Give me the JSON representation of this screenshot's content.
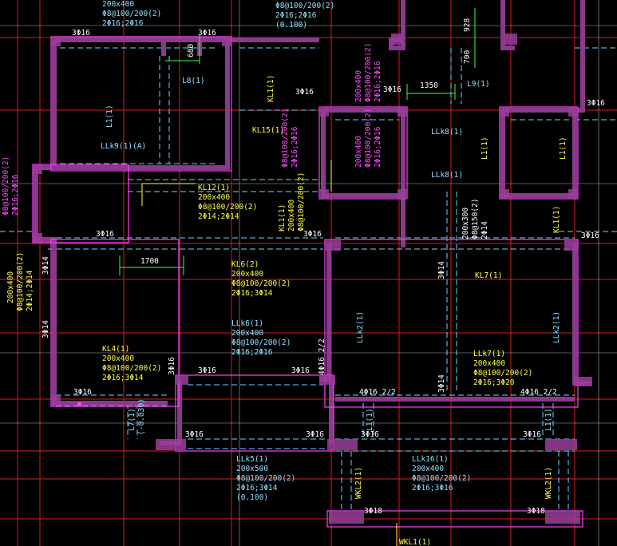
{
  "labels": {
    "top_left_note": [
      "200x400",
      "Φ8@100/200(2)",
      "2Φ16;2Φ16"
    ],
    "top_mid_note": [
      "Φ8@100/200(2)",
      "2Φ16;2Φ16",
      "(0.100)"
    ],
    "kl15": "KL15(1)",
    "kl12": [
      "KL12(1)",
      "200x400",
      "Φ8@100/200(2)",
      "2Φ14;2Φ14"
    ],
    "kl6": [
      "KL6(2)",
      "200x400",
      "Φ8@100/200(2)",
      "2Φ16;3Φ14"
    ],
    "kl4": [
      "KL4(1)",
      "200x400",
      "Φ8@100/200(2)",
      "2Φ16;3Φ14"
    ],
    "kl7": "KL7(1)",
    "kl1": "KL1(1)",
    "l8": "L8(1)",
    "l9": "L9(1)",
    "llk9": "LLk9(1)(A)",
    "llk8a": "LLk8(1)",
    "llk8b": "LLk8(1)",
    "llk7": [
      "LLk7(1)",
      "200x400",
      "Φ8@100/200(2)",
      "2Φ16;3Φ20"
    ],
    "llk5": [
      "LLk5(1)",
      "200x500",
      "Φ8@100/200(2)",
      "2Φ16;3Φ14",
      "(0.100)"
    ],
    "llk16": [
      "LLk16(1)",
      "200x400",
      "Φ8@100/200(2)",
      "2Φ16;3Φ16"
    ],
    "llk6": [
      "LLk6(1)",
      "200x400",
      "Φ8@100/200(2)",
      "2Φ16;2Φ16"
    ],
    "llk2": "LLk2(1)",
    "l7": [
      "L7(1)",
      "(-0.030)"
    ],
    "l1a": "L1(1)",
    "l1b": "L1(1)",
    "dim_1350": "1350",
    "dim_1700": "1700",
    "dim_700": "700",
    "dim_928": "928",
    "dim_680": "680",
    "mid_note": [
      "200x300",
      "Φ8@150(2)",
      "2Φ14"
    ],
    "rebar_3f16": "3Φ16",
    "rebar_3f18": "3Φ18",
    "rebar_3f14": "3Φ14",
    "rebar_4f16": "4Φ16 2/2",
    "wkl": "WKL1(1)",
    "wkl2": "WKL2(1)",
    "vert_magenta": [
      "Φ8@100/200(2)",
      "2Φ16;2Φ16",
      "200x400"
    ],
    "left_yellow": [
      "200x400",
      "Φ8@100/200(2)",
      "2Φ14;2Φ14"
    ]
  },
  "colors": {
    "background": "#000000",
    "axis_red": "#ff2020",
    "beam_magenta": "#ff40ff",
    "wall_purple": "#9a3d9a",
    "dash_cyan": "#6fd6ff",
    "text_yellow": "#ffff3c",
    "dim_green": "#40ff40",
    "white": "#ffffff"
  }
}
